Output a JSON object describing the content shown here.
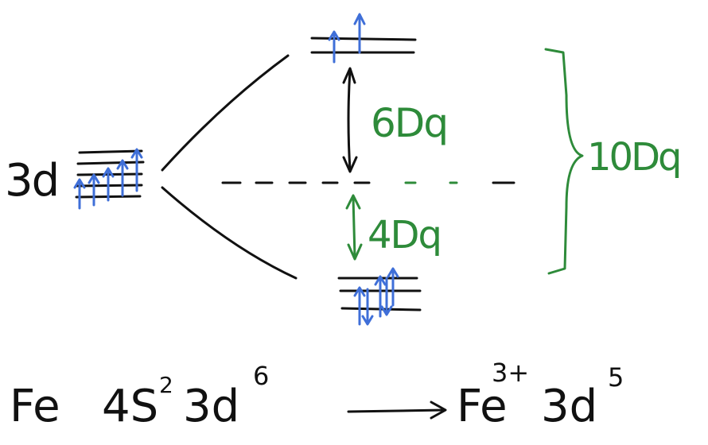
{
  "colors": {
    "ink": "#111111",
    "blue": "#3f6fd8",
    "green": "#2e8b3a"
  },
  "diagram": {
    "left_label": "3d",
    "gap_upper_label": "6Dq",
    "gap_lower_label": "4Dq",
    "total_split_label": "10Dq"
  },
  "equation": {
    "lhs_element": "Fe",
    "lhs_config_4s": "4S",
    "lhs_4s_exp": "2",
    "lhs_config_3d": "3d",
    "lhs_3d_exp": "6",
    "rhs_element": "Fe",
    "rhs_charge": "3+",
    "rhs_config_3d": "3d",
    "rhs_3d_exp": "5"
  }
}
